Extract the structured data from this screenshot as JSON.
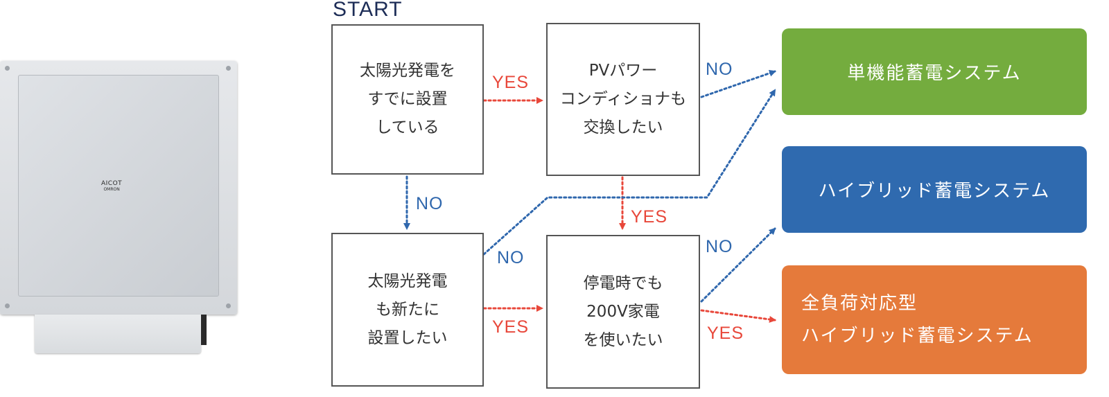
{
  "colors": {
    "yes": "#e8473a",
    "no": "#2f67ad",
    "box_border": "#555555",
    "result_single": "#74ac3e",
    "result_hybrid": "#2f6aaf",
    "result_full": "#e57a3b",
    "start": "#1d2d57"
  },
  "product": {
    "logo_text": "AICOT",
    "brand_text": "OMRON"
  },
  "flow": {
    "start_label": "START",
    "q1": "太陽光発電を\nすでに設置\nしている",
    "q2": "PVパワー\nコンディショナも\n交換したい",
    "q3": "太陽光発電\nも新たに\n設置したい",
    "q4": "停電時でも\n200V家電\nを使いたい",
    "r1": "単機能蓄電システム",
    "r2": "ハイブリッド蓄電システム",
    "r3": "全負荷対応型\nハイブリッド蓄電システム",
    "yes": "YES",
    "no": "NO"
  }
}
